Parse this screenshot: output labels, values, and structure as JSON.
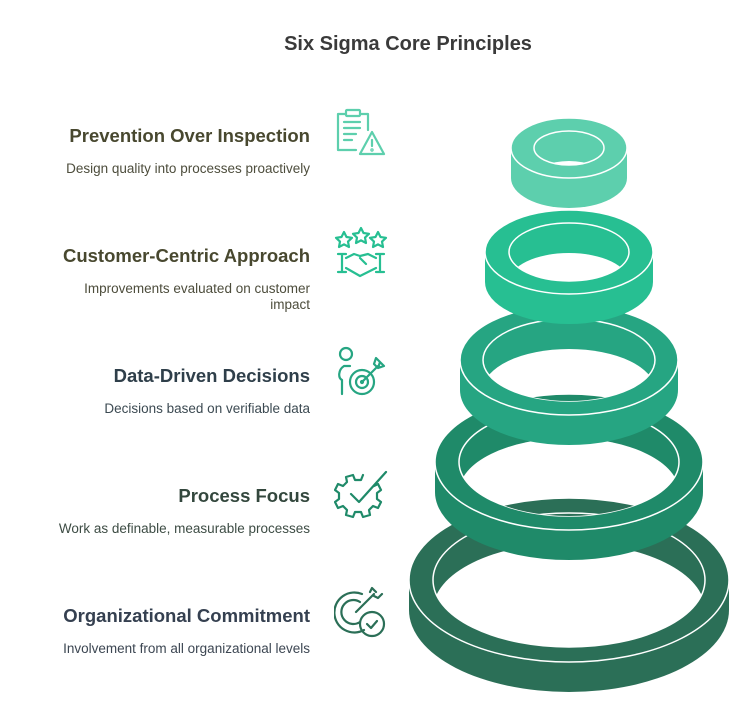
{
  "title": "Six Sigma Core Principles",
  "principles": [
    {
      "title": "Prevention Over Inspection",
      "description": "Design quality into processes proactively",
      "icon": "clipboard-warning-icon",
      "color": "#5dcfad",
      "text_color": "#48482f",
      "desc_color": "#4d4d3c"
    },
    {
      "title": "Customer-Centric Approach",
      "description": "Improvements evaluated on customer impact",
      "icon": "stars-handshake-icon",
      "color": "#27bf92",
      "text_color": "#48482f",
      "desc_color": "#4d4d3c"
    },
    {
      "title": "Data-Driven Decisions",
      "description": "Decisions based on verifiable data",
      "icon": "person-target-icon",
      "color": "#26a582",
      "text_color": "#2f3f4a",
      "desc_color": "#3c4a52"
    },
    {
      "title": "Process Focus",
      "description": "Work as definable, measurable processes",
      "icon": "gear-check-icon",
      "color": "#1f8a69",
      "text_color": "#33473d",
      "desc_color": "#3d4c44"
    },
    {
      "title": "Organizational Commitment",
      "description": "Involvement from all organizational levels",
      "icon": "target-check-icon",
      "color": "#2b6f57",
      "text_color": "#354050",
      "desc_color": "#3c4652"
    }
  ]
}
